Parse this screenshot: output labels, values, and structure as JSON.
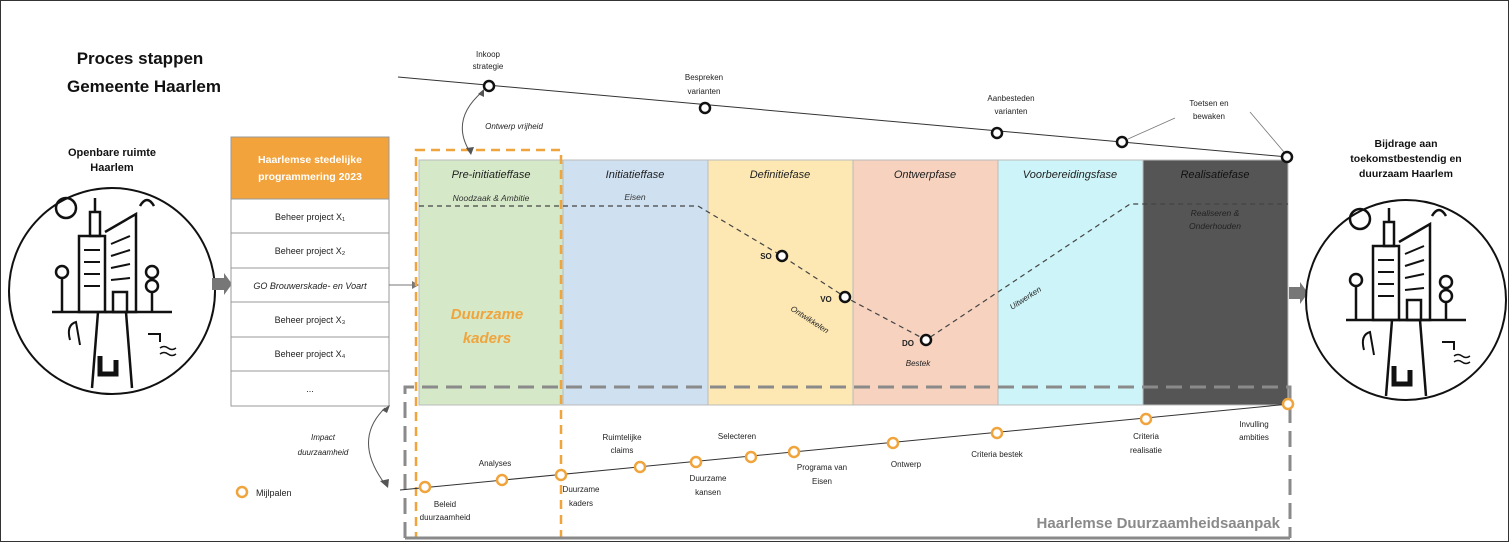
{
  "title": {
    "line1": "Proces stappen",
    "line2": "Gemeente Haarlem"
  },
  "left_circle": {
    "line1": "Openbare ruimte",
    "line2": "Haarlem"
  },
  "right_circle": {
    "line1": "Bijdrage aan",
    "line2": "toekomstbestendig en",
    "line3": "duurzaam Haarlem"
  },
  "programma": {
    "header_line1": "Haarlemse stedelijke",
    "header_line2": "programmering 2023",
    "rows": [
      "Beheer project X₁",
      "Beheer project X₂",
      "GO Brouwerskade- en Voart",
      "Beheer project X₃",
      "Beheer project X₄",
      "..."
    ]
  },
  "phases": [
    {
      "name": "Pre-initiatieffase",
      "sub1": "Noodzaak & Ambitie",
      "sub2": ""
    },
    {
      "name": "Initiatieffase",
      "sub1": "Eisen",
      "sub2": ""
    },
    {
      "name": "Definitiefase",
      "sub1": "",
      "sub2": ""
    },
    {
      "name": "Ontwerpfase",
      "sub1": "",
      "sub2": ""
    },
    {
      "name": "Voorbereidingsfase",
      "sub1": "",
      "sub2": ""
    },
    {
      "name": "Realisatiefase",
      "sub1": "Realiseren &",
      "sub2": "Onderhouden"
    }
  ],
  "process_labels": {
    "so": "SO",
    "vo": "VO",
    "do": "DO",
    "ontwikkelen": "Ontwikkelen",
    "uitwerken": "Uitwerken",
    "bestek": "Bestek"
  },
  "duurzame_kaders": {
    "line1": "Duurzame",
    "line2": "kaders"
  },
  "top_milestones": {
    "inkoop_1": "Inkoop",
    "inkoop_2": "strategie",
    "bespreken_1": "Bespreken",
    "bespreken_2": "varianten",
    "aanbesteden_1": "Aanbesteden",
    "aanbesteden_2": "varianten",
    "toetsen_1": "Toetsen en",
    "toetsen_2": "bewaken",
    "ontwerpvrijheid": "Ontwerp vrijheid"
  },
  "impact": {
    "line1": "Impact",
    "line2": "duurzaamheid"
  },
  "bottom_milestones": {
    "beleid_1": "Beleid",
    "beleid_2": "duurzaamheid",
    "analyses": "Analyses",
    "kaders_1": "Duurzame",
    "kaders_2": "kaders",
    "claims_1": "Ruimtelijke",
    "claims_2": "claims",
    "kansen_1": "Duurzame",
    "kansen_2": "kansen",
    "selecteren": "Selecteren",
    "pve_1": "Programa van",
    "pve_2": "Eisen",
    "ontwerp": "Ontwerp",
    "criteria_bestek": "Criteria bestek",
    "criteria_real_1": "Criteria",
    "criteria_real_2": "realisatie",
    "invulling_1": "Invulling",
    "invulling_2": "ambities"
  },
  "legend": {
    "mijlpalen": "Mijlpalen"
  },
  "aanpak_label": "Haarlemse Duurzaamheidsaanpak",
  "colors": {
    "phase_pre": "#d5e8c8",
    "phase_init": "#cfe0f1",
    "phase_def": "#fde8b4",
    "phase_ontwerp": "#f6d2bf",
    "phase_voorb": "#cdf4f8",
    "phase_real": "#555555",
    "accent_orange": "#f0a43c",
    "header_orange": "#f2a33b",
    "dark": "#111111"
  }
}
